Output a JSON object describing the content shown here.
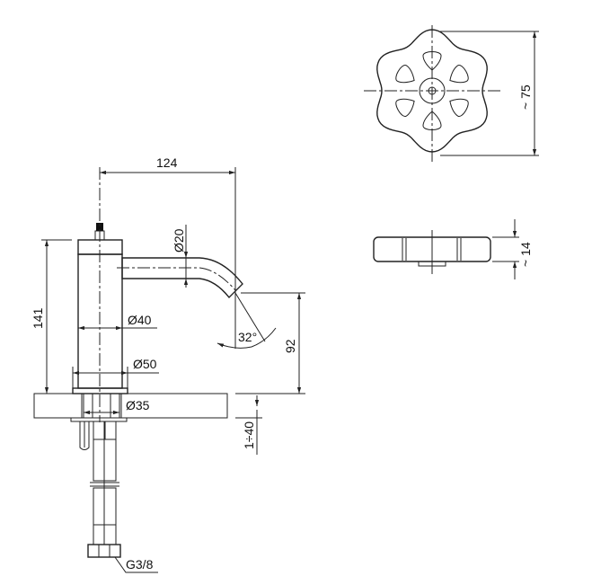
{
  "title": "Faucet technical drawing",
  "dimensions": {
    "spout_reach": "124",
    "height": "141",
    "spout_diameter": "Ø20",
    "body_diameter": "Ø40",
    "base_diameter": "Ø50",
    "hole_diameter": "Ø35",
    "spout_angle": "32°",
    "outlet_height": "92",
    "countertop_thickness": "1÷40",
    "connection": "G3/8",
    "handle_diameter": "~ 75",
    "handle_thickness": "~ 14"
  },
  "colors": {
    "line": "#222222",
    "background": "#ffffff"
  }
}
